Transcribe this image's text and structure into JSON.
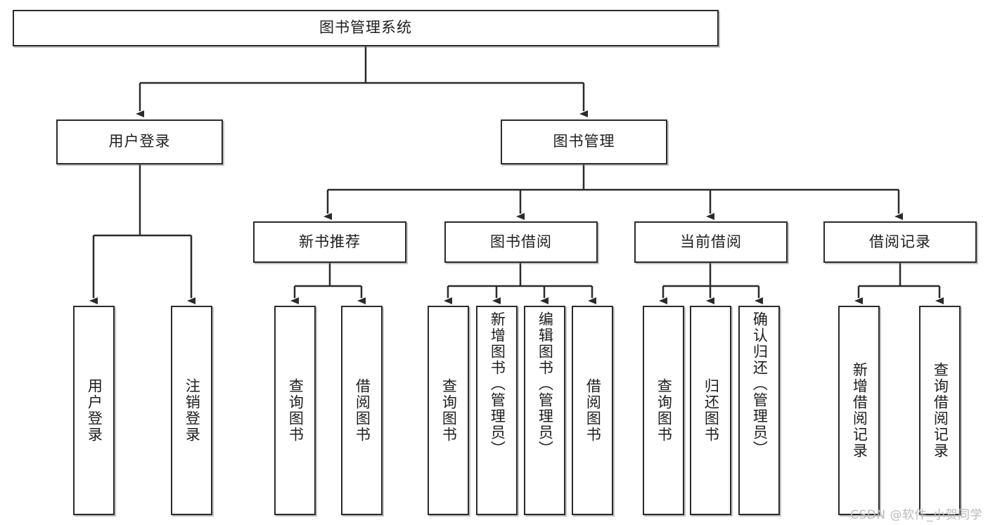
{
  "diagram": {
    "type": "tree",
    "title": "图书管理系统",
    "orientation": "top-down",
    "colors": {
      "border": "#2b2b2b",
      "fill": "#ffffff",
      "text": "#1d1d1d",
      "edge": "#2b2b2b",
      "watermark": "#b9b9b9"
    }
  },
  "nodes": {
    "root": {
      "label": "图书管理系统",
      "level": 0
    },
    "level1": [
      {
        "id": "user-login",
        "label": "用户登录"
      },
      {
        "id": "book-manage",
        "label": "图书管理"
      }
    ],
    "level2": [
      {
        "id": "new-book-recommend",
        "label": "新书推荐",
        "parent": "book-manage"
      },
      {
        "id": "book-borrow",
        "label": "图书借阅",
        "parent": "book-manage"
      },
      {
        "id": "current-borrow",
        "label": "当前借阅",
        "parent": "book-manage"
      },
      {
        "id": "borrow-record",
        "label": "借阅记录",
        "parent": "book-manage"
      }
    ],
    "leaves": {
      "user-login": [
        {
          "id": "leaf-user-login",
          "label": "用户登录"
        },
        {
          "id": "leaf-logout",
          "label": "注销登录"
        }
      ],
      "new-book-recommend": [
        {
          "id": "leaf-query-book-1",
          "label": "查询图书"
        },
        {
          "id": "leaf-borrow-book-1",
          "label": "借阅图书"
        }
      ],
      "book-borrow": [
        {
          "id": "leaf-query-book-2",
          "label": "查询图书"
        },
        {
          "id": "leaf-add-book",
          "label": "新增图书（管理员）"
        },
        {
          "id": "leaf-edit-book",
          "label": "编辑图书（管理员）"
        },
        {
          "id": "leaf-borrow-book-2",
          "label": "借阅图书"
        }
      ],
      "current-borrow": [
        {
          "id": "leaf-query-book-3",
          "label": "查询图书"
        },
        {
          "id": "leaf-return-book",
          "label": "归还图书"
        },
        {
          "id": "leaf-confirm-return",
          "label": "确认归还（管理员）"
        }
      ],
      "borrow-record": [
        {
          "id": "leaf-add-record",
          "label": "新增借阅记录"
        },
        {
          "id": "leaf-query-record",
          "label": "查询借阅记录"
        }
      ]
    }
  },
  "watermark": {
    "text": "CSDN @软件_小贺同学"
  }
}
